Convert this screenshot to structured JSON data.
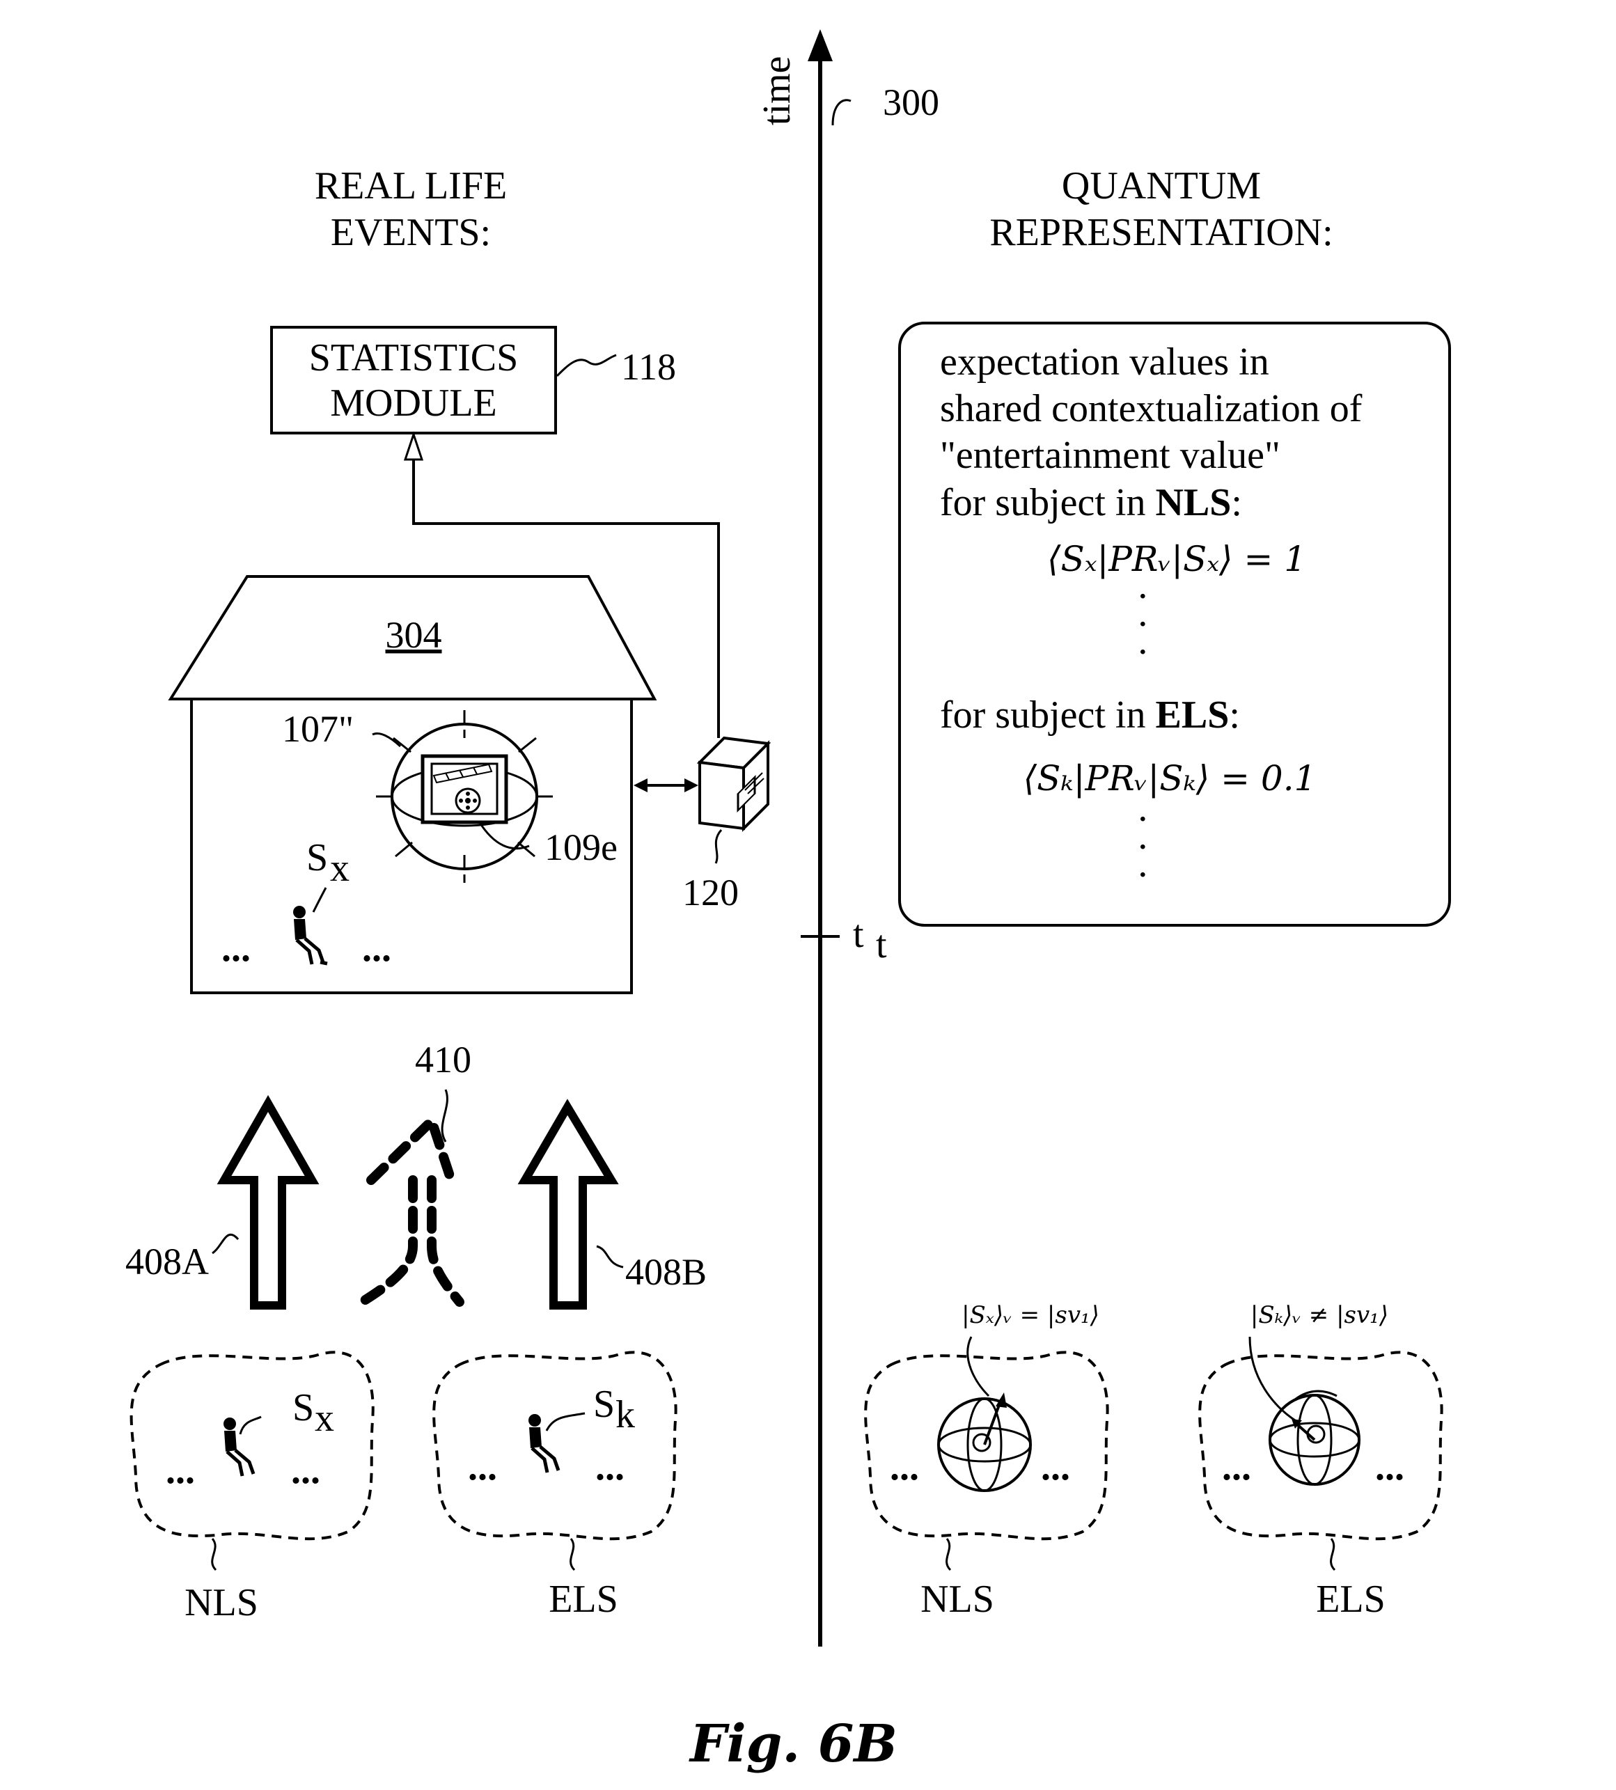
{
  "figure": {
    "caption": "Fig. 6B",
    "axis": {
      "label": "time",
      "ref": "300",
      "tick_label": "t",
      "tick_subscript": "t"
    },
    "left_heading": [
      "REAL LIFE",
      "EVENTS:"
    ],
    "right_heading": [
      "QUANTUM",
      "REPRESENTATION:"
    ],
    "statistics_module": {
      "lines": [
        "STATISTICS",
        "MODULE"
      ],
      "ref": "118"
    },
    "house": {
      "ref": "304",
      "device_ref": "107\"",
      "content_ref": "109e",
      "subject": "S",
      "subject_sub": "x",
      "ellipsis": "..."
    },
    "server": {
      "ref": "120"
    },
    "arrows": {
      "left_ref": "408A",
      "middle_ref": "410",
      "right_ref": "408B"
    },
    "groups": {
      "nls": {
        "label": "NLS",
        "subject": "S",
        "subject_sub": "x"
      },
      "els": {
        "label": "ELS",
        "subject": "S",
        "subject_sub": "k"
      },
      "q_nls": {
        "label": "NLS",
        "state": "|Sₓ⟩ᵥ = |sv₁⟩"
      },
      "q_els": {
        "label": "ELS",
        "state": "|Sₖ⟩ᵥ ≠ |sv₁⟩"
      },
      "ellipsis": "..."
    },
    "quantum_box": {
      "lines": [
        "expectation values in",
        "shared contextualization of",
        "\"entertainment value\""
      ],
      "nls_prefix": "for subject in ",
      "nls_bold": "NLS",
      "nls_suffix": ":",
      "nls_formula": "⟨Sₓ|PRᵥ|Sₓ⟩ = 1",
      "els_prefix": "for subject in ",
      "els_bold": "ELS",
      "els_suffix": ":",
      "els_formula": "⟨Sₖ|PRᵥ|Sₖ⟩ = 0.1",
      "vdots": "·"
    }
  }
}
